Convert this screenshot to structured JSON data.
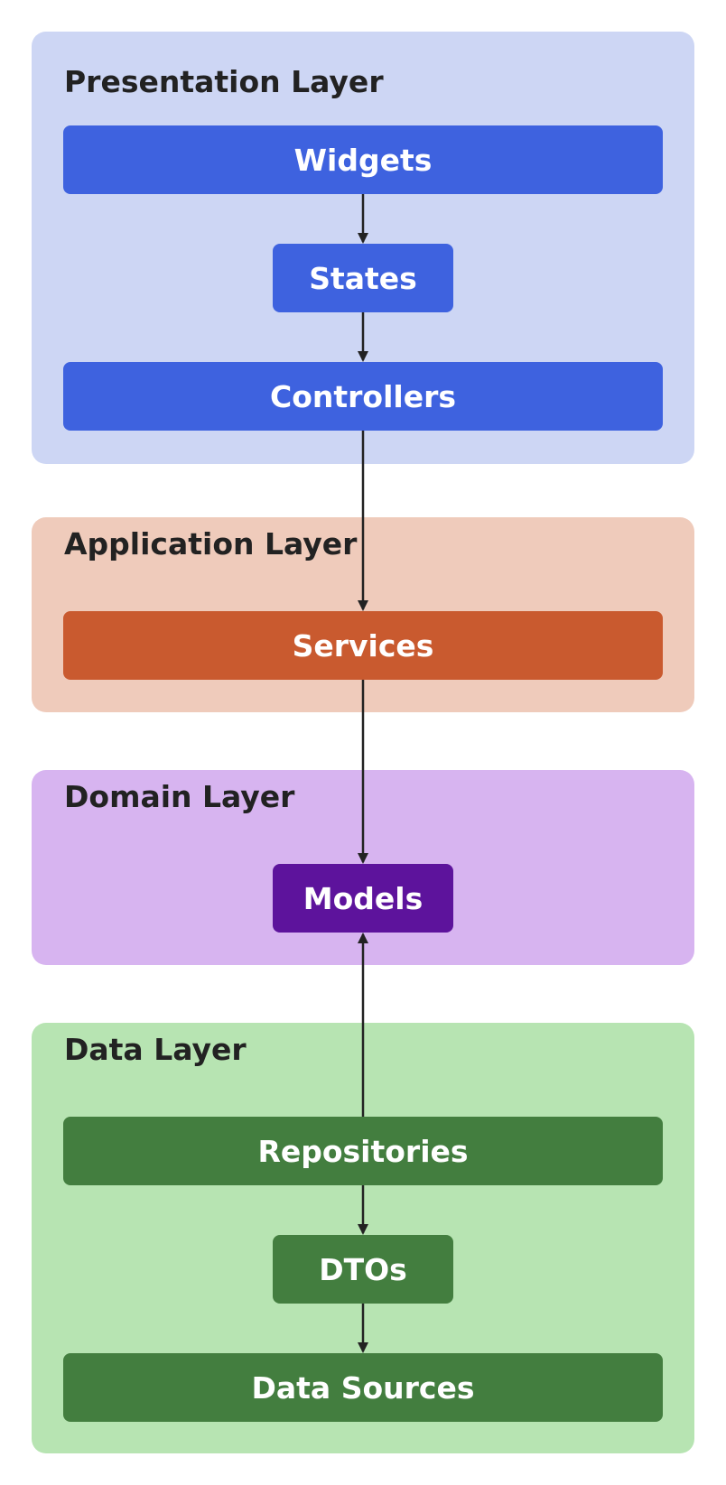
{
  "layers": {
    "presentation": {
      "title": "Presentation Layer",
      "bg": "#cdd6f4",
      "node_color": "#3e62df",
      "nodes": {
        "widgets": "Widgets",
        "states": "States",
        "controllers": "Controllers"
      }
    },
    "application": {
      "title": "Application Layer",
      "bg": "#efcbbb",
      "node_color": "#c95a2f",
      "nodes": {
        "services": "Services"
      }
    },
    "domain": {
      "title": "Domain Layer",
      "bg": "#d7b4f0",
      "node_color": "#5d139c",
      "nodes": {
        "models": "Models"
      }
    },
    "data": {
      "title": "Data Layer",
      "bg": "#b7e4b2",
      "node_color": "#437e3f",
      "nodes": {
        "repositories": "Repositories",
        "dtos": "DTOs",
        "data_sources": "Data Sources"
      }
    }
  },
  "edges": [
    {
      "from": "Widgets",
      "to": "States"
    },
    {
      "from": "States",
      "to": "Controllers"
    },
    {
      "from": "Controllers",
      "to": "Services"
    },
    {
      "from": "Services",
      "to": "Models"
    },
    {
      "from": "Repositories",
      "to": "Models"
    },
    {
      "from": "Repositories",
      "to": "DTOs"
    },
    {
      "from": "DTOs",
      "to": "Data Sources"
    }
  ],
  "colors": {
    "arrow": "#222222",
    "title_text": "#222222",
    "node_text": "#ffffff"
  }
}
